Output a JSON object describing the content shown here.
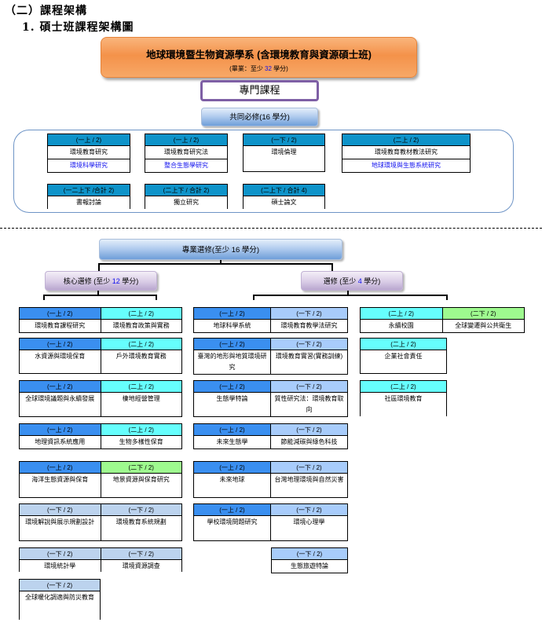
{
  "heading": {
    "section": "（二）課程架構",
    "subsection": "1.  碩士班課程架構圖"
  },
  "department": {
    "title": "地球環境暨生物資源學系 (含環境教育與資源碩士班)",
    "grad_prefix": "(畢業：至少 ",
    "grad_credits": "32",
    "grad_suffix": " 學分)"
  },
  "specialized_courses": "專門課程",
  "required": {
    "header": "共同必修(16 學分)",
    "cards": [
      {
        "term": "(一上 / 2)",
        "courses": [
          {
            "name": "環境教育研究",
            "highlight": false
          },
          {
            "name": "環境科學研究",
            "highlight": true
          }
        ]
      },
      {
        "term": "(一上 / 2)",
        "courses": [
          {
            "name": "環境教育研究法",
            "highlight": false
          },
          {
            "name": "整合生態學研究",
            "highlight": true
          }
        ]
      },
      {
        "term": "(一下 / 2)",
        "courses": [
          {
            "name": "環境倫理",
            "highlight": false
          }
        ]
      },
      {
        "term": "(二上 / 2)",
        "courses": [
          {
            "name": "環境教育教材教法研究",
            "highlight": false
          },
          {
            "name": "地球環境與生態系統研究",
            "highlight": true
          }
        ]
      },
      {
        "term": "(一二上下 /合計 2)",
        "courses": [
          {
            "name": "書報討論",
            "highlight": false
          }
        ]
      },
      {
        "term": "(二上下 / 合計 2)",
        "courses": [
          {
            "name": "獨立研究",
            "highlight": false
          }
        ]
      },
      {
        "term": "(二上下 / 合計 4)",
        "courses": [
          {
            "name": "碩士論文",
            "highlight": false
          }
        ]
      }
    ]
  },
  "electives": {
    "header": "專業選修(至少 16 學分)",
    "core": {
      "prefix": "核心選修 (至少 ",
      "credits": "12",
      "suffix": " 學分)"
    },
    "optional": {
      "prefix": "選修 (至少 ",
      "credits": "4",
      "suffix": " 學分)"
    },
    "term_colors": {
      "一上": "#3a8ff0",
      "二上": "#66fefd",
      "一下(選修)": "#a8ccfb",
      "二下": "#9efa8f",
      "一下(核心)": "#bcd3ee"
    },
    "core_rows": [
      [
        {
          "term": "(一上 / 2)",
          "name": "環境教育課程研究"
        },
        {
          "term": "(二上 / 2)",
          "name": "環境教育政策與實務"
        }
      ],
      [
        {
          "term": "(一上 / 2)",
          "name": "水資源與環境保育"
        },
        {
          "term": "(二上 / 2)",
          "name": "戶外環境教育實務"
        }
      ],
      [
        {
          "term": "(一上 / 2)",
          "name": "全球環境議題與永續發展"
        },
        {
          "term": "(二上 / 2)",
          "name": "棲地經營管理"
        }
      ],
      [
        {
          "term": "(一上 / 2)",
          "name": "地理資訊系統應用"
        },
        {
          "term": "(二上 / 2)",
          "name": "生物多樣性保育"
        }
      ],
      [
        {
          "term": "(一上 / 2)",
          "name": "海洋生態資源與保育"
        },
        {
          "term": "(二下 / 2)",
          "name": "地景資源與保育研究"
        }
      ],
      [
        {
          "term": "(一下 / 2)",
          "name": "環境解說與展示規劃設計"
        },
        {
          "term": "(一下 / 2)",
          "name": "環境教育系統規劃"
        }
      ],
      [
        {
          "term": "(一下 / 2)",
          "name": "環境統計學"
        },
        {
          "term": "(一下 / 2)",
          "name": "環境資源調查"
        }
      ],
      [
        {
          "term": "(一下 / 2)",
          "name": "全球暖化調適與防災教育"
        }
      ]
    ],
    "optional_rows": [
      [
        {
          "term": "(一上 / 2)",
          "name": "地球科學系統"
        },
        {
          "term": "(一下 / 2)",
          "name": "環境教育教學法研究"
        }
      ],
      [
        {
          "term": "(一上 / 2)",
          "name": "臺灣的地形與地質環境研究"
        },
        {
          "term": "(一下 / 2)",
          "name": "環境教育實習(實務訓練)"
        }
      ],
      [
        {
          "term": "(一上 / 2)",
          "name": "生態學特論"
        },
        {
          "term": "(一下 / 2)",
          "name": "質性研究法：環境教育取向"
        }
      ],
      [
        {
          "term": "(一上 / 2)",
          "name": "未來生態學"
        },
        {
          "term": "(一下 / 2)",
          "name": "節能減碳與綠色科技"
        }
      ],
      [
        {
          "term": "(一上 / 2)",
          "name": "未來地球"
        },
        {
          "term": "(一下 / 2)",
          "name": "台灣地理環境與自然災害"
        }
      ],
      [
        {
          "term": "(一上 / 2)",
          "name": "學校環境問題研究"
        },
        {
          "term": "(一下 / 2)",
          "name": "環境心理學"
        }
      ],
      [
        {
          "term": "(一下 / 2)",
          "name": "生態旅遊特論"
        }
      ]
    ],
    "optional_right": [
      [
        {
          "term": "(二上 / 2)",
          "name": "永續校園"
        },
        {
          "term": "(二下 / 2)",
          "name": "全球變遷與公共衛生"
        }
      ],
      [
        {
          "term": "(二上 / 2)",
          "name": "企業社會責任"
        }
      ],
      [
        {
          "term": "(二上 / 2)",
          "name": "社區環境教育"
        }
      ]
    ]
  }
}
